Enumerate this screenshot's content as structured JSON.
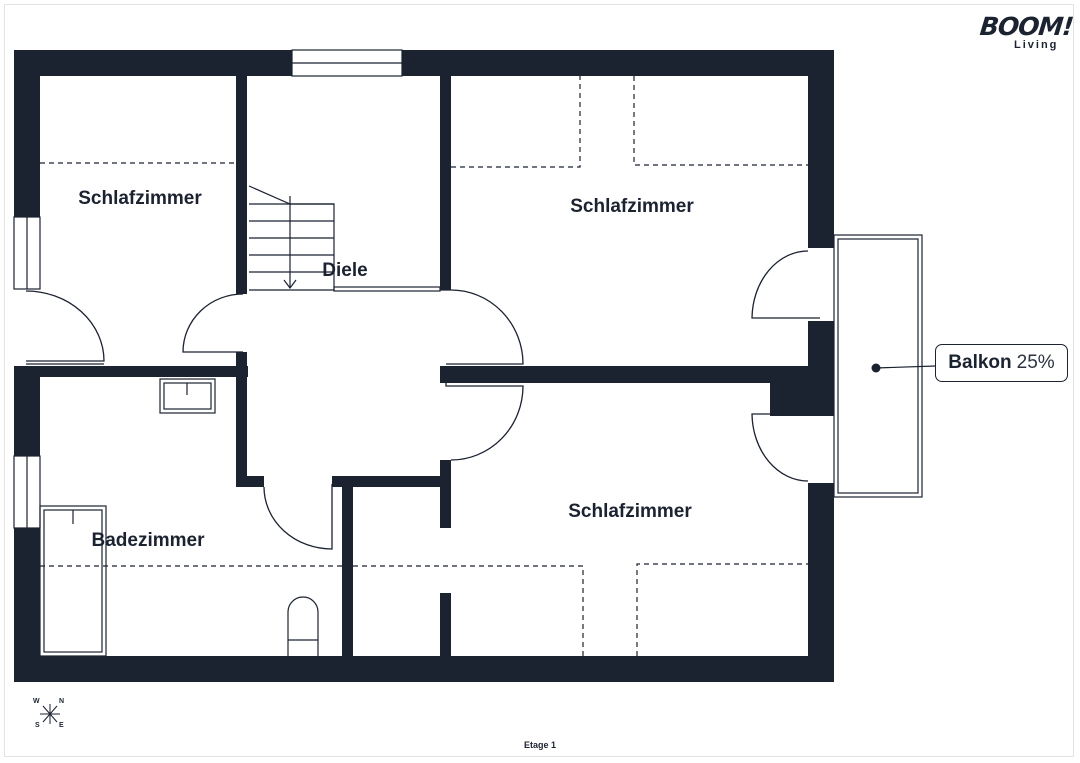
{
  "brand": {
    "name": "BOOM!",
    "sub": "Living"
  },
  "rooms": {
    "bedroom_left": "Schlafzimmer",
    "hall": "Diele",
    "bedroom_top_right": "Schlafzimmer",
    "bedroom_bottom_right": "Schlafzimmer",
    "bathroom": "Badezimmer"
  },
  "balcony": {
    "name": "Balkon",
    "share": "25%"
  },
  "compass": {
    "n": "N",
    "e": "E",
    "s": "S",
    "w": "W"
  },
  "floor": "Etage 1",
  "colors": {
    "wall": "#1b2230",
    "background": "#ffffff"
  }
}
